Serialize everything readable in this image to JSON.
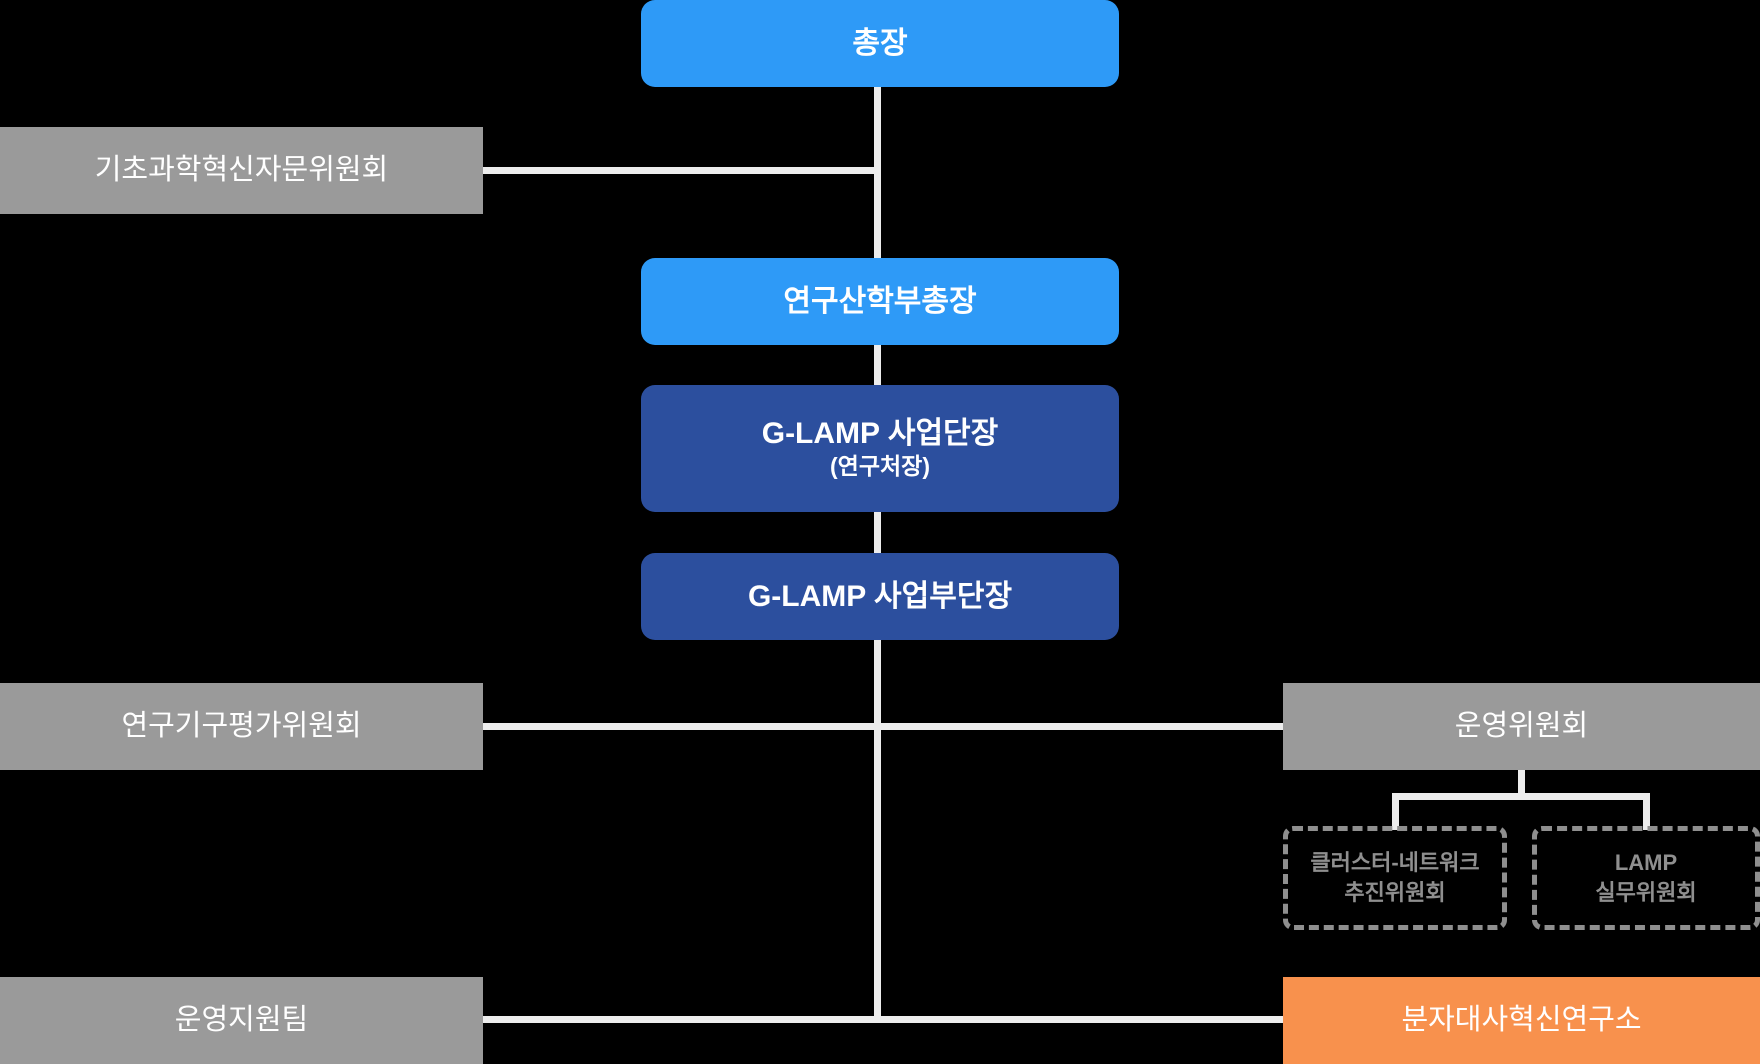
{
  "diagram": {
    "type": "org-chart",
    "background": "#000000",
    "colors": {
      "primary_blue": "#2E9AF7",
      "dark_blue": "#2C4F9E",
      "gray": "#9A9A9A",
      "orange": "#F8914D",
      "connector": "#EDEDED",
      "dashed_border": "#8F8F8F",
      "dim_text": "#8F8F8F"
    },
    "nodes": {
      "president": {
        "label": "총장"
      },
      "basic_science_advisory": {
        "label": "기초과학혁신자문위원회"
      },
      "research_vp": {
        "label": "연구산학부총장"
      },
      "glamp_director": {
        "label": "G-LAMP 사업단장",
        "sublabel": "(연구처장)"
      },
      "glamp_deputy_director": {
        "label": "G-LAMP 사업부단장"
      },
      "research_evaluation": {
        "label": "연구기구평가위원회"
      },
      "steering": {
        "label": "운영위원회"
      },
      "steering_sub1": {
        "line1": "클러스터-네트워크",
        "line2": "추진위원회"
      },
      "steering_sub2": {
        "line1": "LAMP",
        "line2": "실무위원회"
      },
      "operation_support": {
        "label": "운영지원팀"
      },
      "institute": {
        "label": "분자대사혁신연구소"
      }
    }
  }
}
